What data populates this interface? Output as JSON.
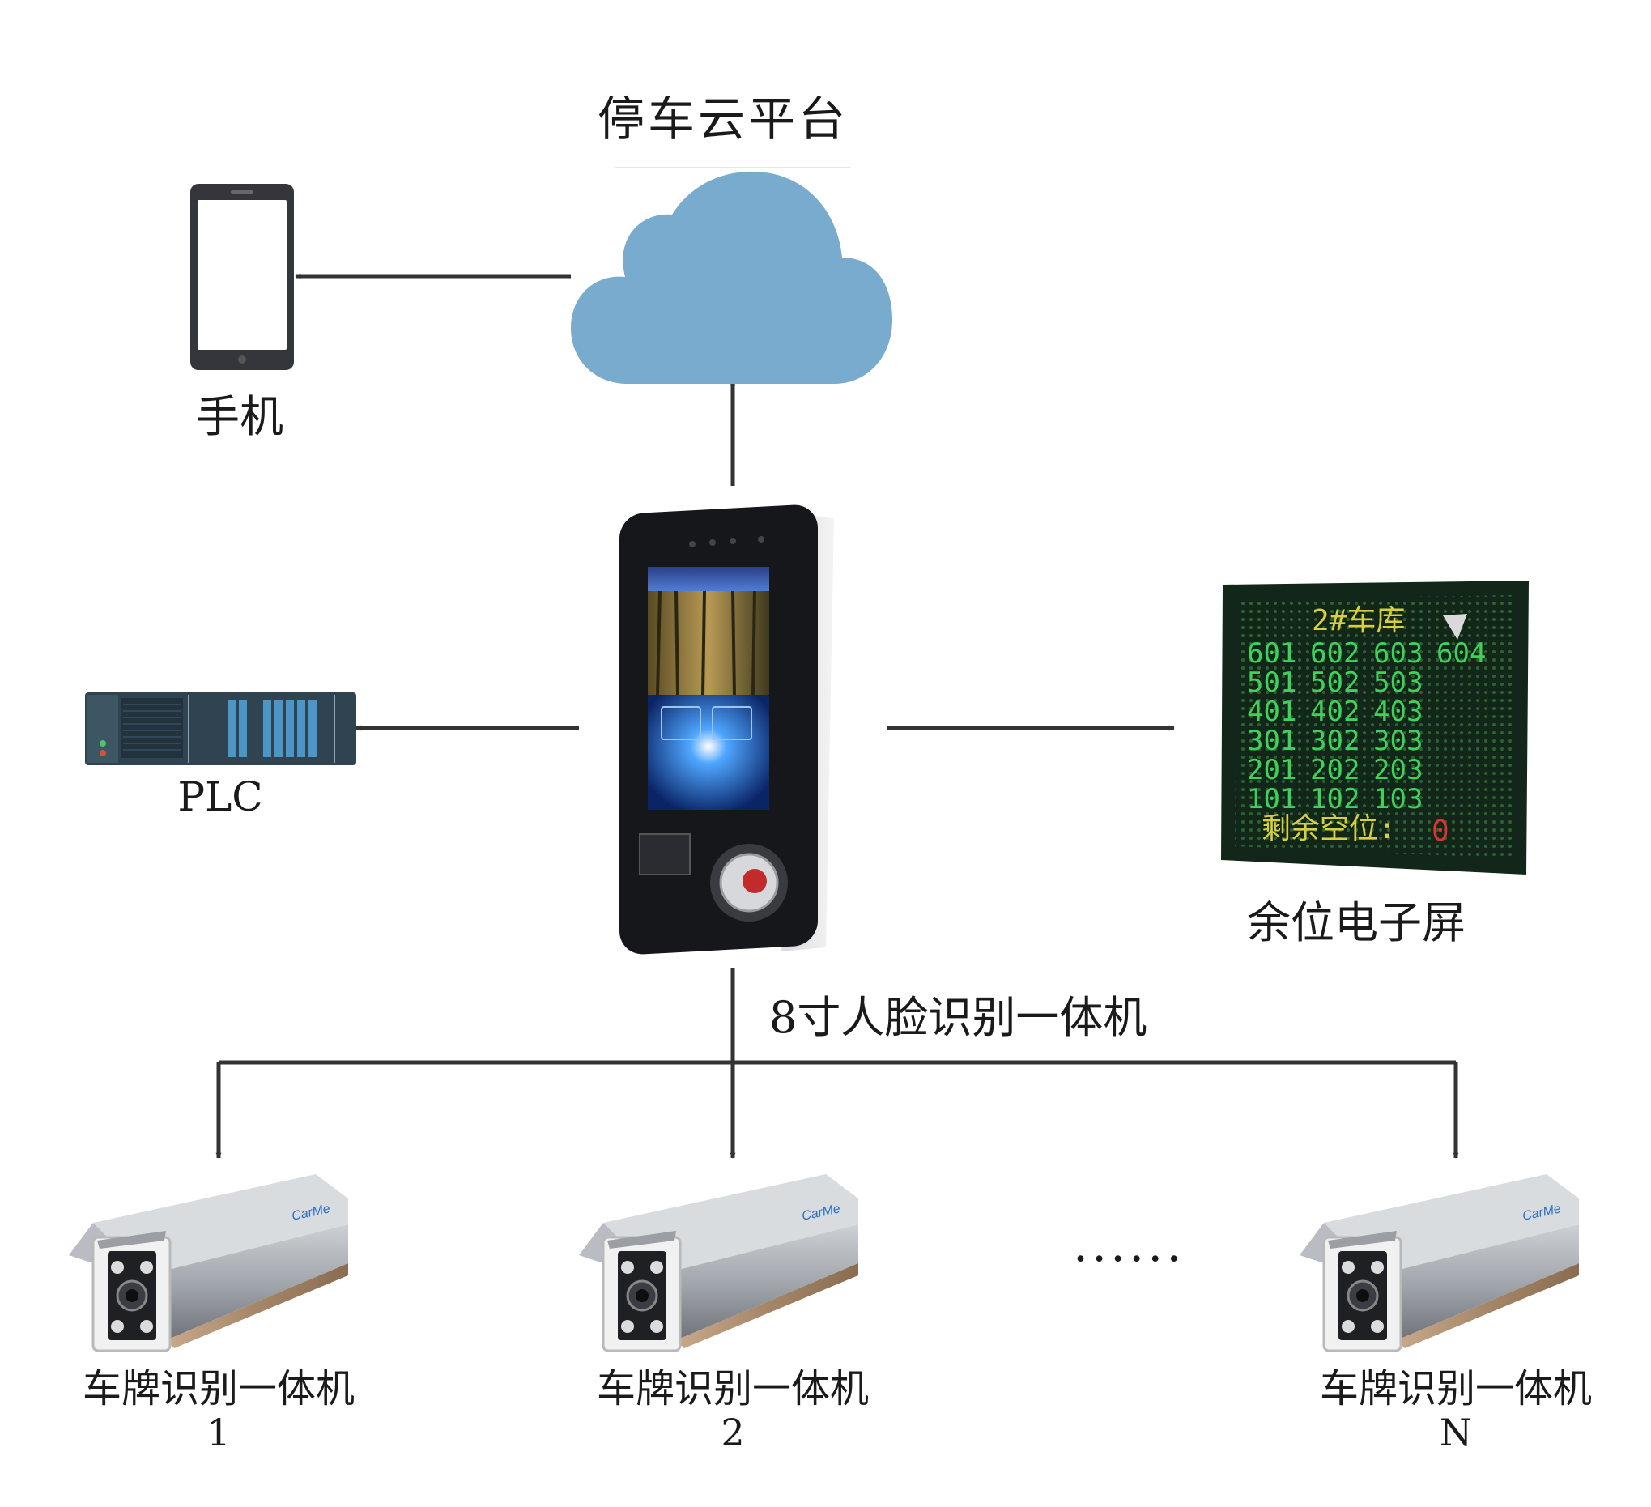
{
  "nodes": {
    "cloud": {
      "label": "停车云平台"
    },
    "phone": {
      "label": "手机"
    },
    "plc": {
      "label": "PLC"
    },
    "kiosk": {
      "label": "8寸人脸识别一体机"
    },
    "led_screen": {
      "label": "余位电子屏",
      "title": "2#车库",
      "rows": [
        [
          "601",
          "602",
          "603",
          "604"
        ],
        [
          "501",
          "502",
          "503"
        ],
        [
          "401",
          "402",
          "403"
        ],
        [
          "301",
          "302",
          "303"
        ],
        [
          "201",
          "202",
          "203"
        ],
        [
          "101",
          "102",
          "103"
        ]
      ],
      "remaining_label": "剩余空位:",
      "remaining_value": "0"
    },
    "cameras": [
      {
        "label": "车牌识别一体机",
        "index": "1"
      },
      {
        "label": "车牌识别一体机",
        "index": "2"
      },
      {
        "label": "车牌识别一体机",
        "index": "N"
      }
    ],
    "ellipsis": "······"
  },
  "colors": {
    "cloud": "#78abcd",
    "line": "#333333",
    "led_green": "#3fd25a",
    "led_yellow": "#d8cf3e",
    "led_red": "#e2322e"
  }
}
